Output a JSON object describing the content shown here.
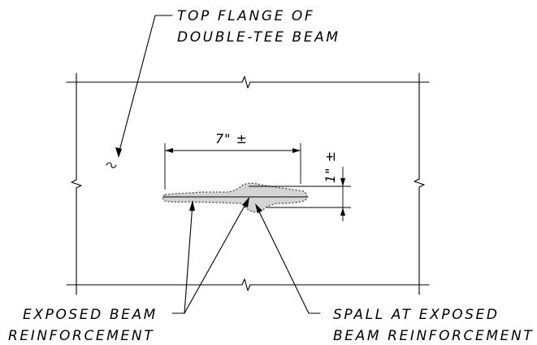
{
  "labels": {
    "top_flange_line1": "TOP FLANGE OF",
    "top_flange_line2": "DOUBLE-TEE BEAM",
    "exposed_line1": "EXPOSED BEAM",
    "exposed_line2": "REINFORCEMENT",
    "spall_line1": "SPALL AT EXPOSED",
    "spall_line2": "BEAM REINFORCEMENT",
    "dim_width": "7\" ±",
    "dim_depth": "1\" ±"
  },
  "colors": {
    "spall_fill": "#d4d4d4",
    "line": "#000000"
  },
  "symbols": {
    "surface_mark": "concrete-surface-symbol",
    "break_marks": "break-line-symbol"
  }
}
